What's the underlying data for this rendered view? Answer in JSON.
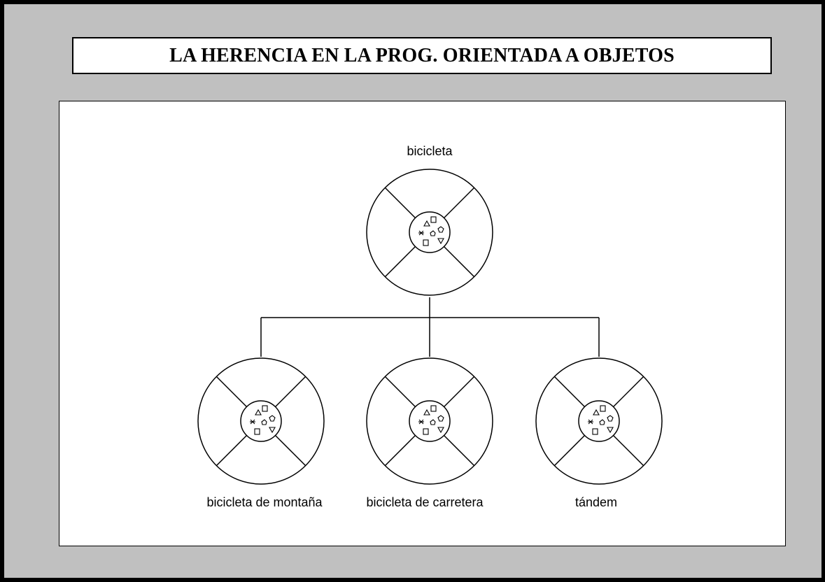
{
  "title": "LA HERENCIA EN LA PROG. ORIENTADA A OBJETOS",
  "diagram": {
    "root": {
      "label": "bicicleta"
    },
    "children": [
      {
        "label": "bicicleta de montaña"
      },
      {
        "label": "bicicleta de carretera"
      },
      {
        "label": "tándem"
      }
    ]
  }
}
